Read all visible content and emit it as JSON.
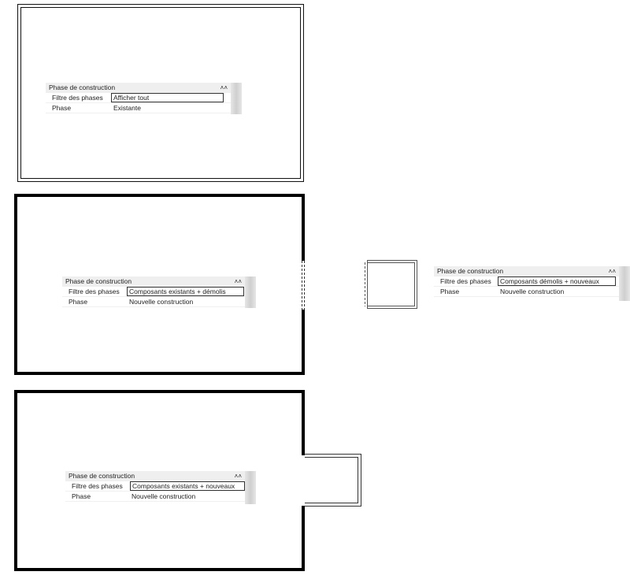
{
  "panels": [
    {
      "header": "Phase de construction",
      "filter_label": "Filtre des phases",
      "filter_value": "Afficher tout",
      "phase_label": "Phase",
      "phase_value": "Existante"
    },
    {
      "header": "Phase de construction",
      "filter_label": "Filtre des phases",
      "filter_value": "Composants existants + démolis",
      "phase_label": "Phase",
      "phase_value": "Nouvelle construction"
    },
    {
      "header": "Phase de construction",
      "filter_label": "Filtre des phases",
      "filter_value": "Composants démolis + nouveaux",
      "phase_label": "Phase",
      "phase_value": "Nouvelle construction"
    },
    {
      "header": "Phase de construction",
      "filter_label": "Filtre des phases",
      "filter_value": "Composants existants + nouveaux",
      "phase_label": "Phase",
      "phase_value": "Nouvelle construction"
    }
  ],
  "icons": {
    "collapse": "double-chevron-up-icon"
  }
}
